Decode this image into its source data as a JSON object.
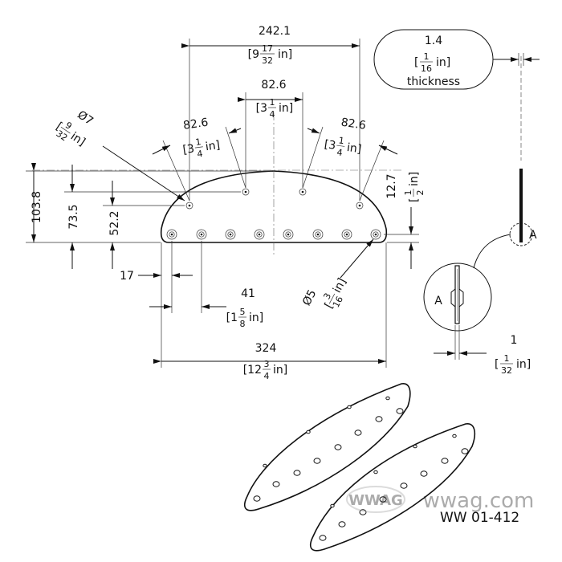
{
  "dimensions": {
    "overall_top_width": {
      "mm": "242.1",
      "in_whole": "[9",
      "in_num": "17",
      "in_den": "32",
      "in_unit": "in]"
    },
    "center_spacing": {
      "mm": "82.6",
      "in_whole": "[3",
      "in_num": "1",
      "in_den": "4",
      "in_unit": "in]"
    },
    "left_spacing": {
      "mm": "82.6",
      "in_whole": "[3",
      "in_num": "1",
      "in_den": "4",
      "in_unit": "in]"
    },
    "right_spacing": {
      "mm": "82.6",
      "in_whole": "[3",
      "in_num": "1",
      "in_den": "4",
      "in_unit": "in]"
    },
    "upper_hole_diameter": {
      "mm": "Ø7",
      "in_open": "[",
      "in_num": "9",
      "in_den": "32",
      "in_unit": "in]"
    },
    "lower_hole_diameter": {
      "mm": "Ø5",
      "in_open": "[",
      "in_num": "3",
      "in_den": "16",
      "in_unit": "in]"
    },
    "total_height": {
      "mm": "103.8"
    },
    "upper_outer_hole_height": {
      "mm": "73.5"
    },
    "lower_outer_hole_height": {
      "mm": "52.2"
    },
    "bottom_row_height": {
      "mm": "12.7",
      "in_open": "[",
      "in_num": "1",
      "in_den": "2",
      "in_unit": "in]"
    },
    "edge_offset": {
      "mm": "17"
    },
    "hole_pitch": {
      "mm": "41",
      "in_whole": "[1",
      "in_num": "5",
      "in_den": "8",
      "in_unit": "in]"
    },
    "overall_width": {
      "mm": "324",
      "in_whole": "[12",
      "in_num": "3",
      "in_den": "4",
      "in_unit": "in]"
    },
    "thickness": {
      "mm": "1.4",
      "in_open": "[",
      "in_num": "1",
      "in_den": "16",
      "in_unit": "in]",
      "label": "thickness"
    },
    "detail_offset": {
      "mm": "1",
      "in_open": "[",
      "in_num": "1",
      "in_den": "32",
      "in_unit": "in]"
    }
  },
  "detail": {
    "callout": "A",
    "view_label": "A"
  },
  "watermark": {
    "text": "wwag.com",
    "seal": "WWAG"
  },
  "part_number": "WW 01-412"
}
